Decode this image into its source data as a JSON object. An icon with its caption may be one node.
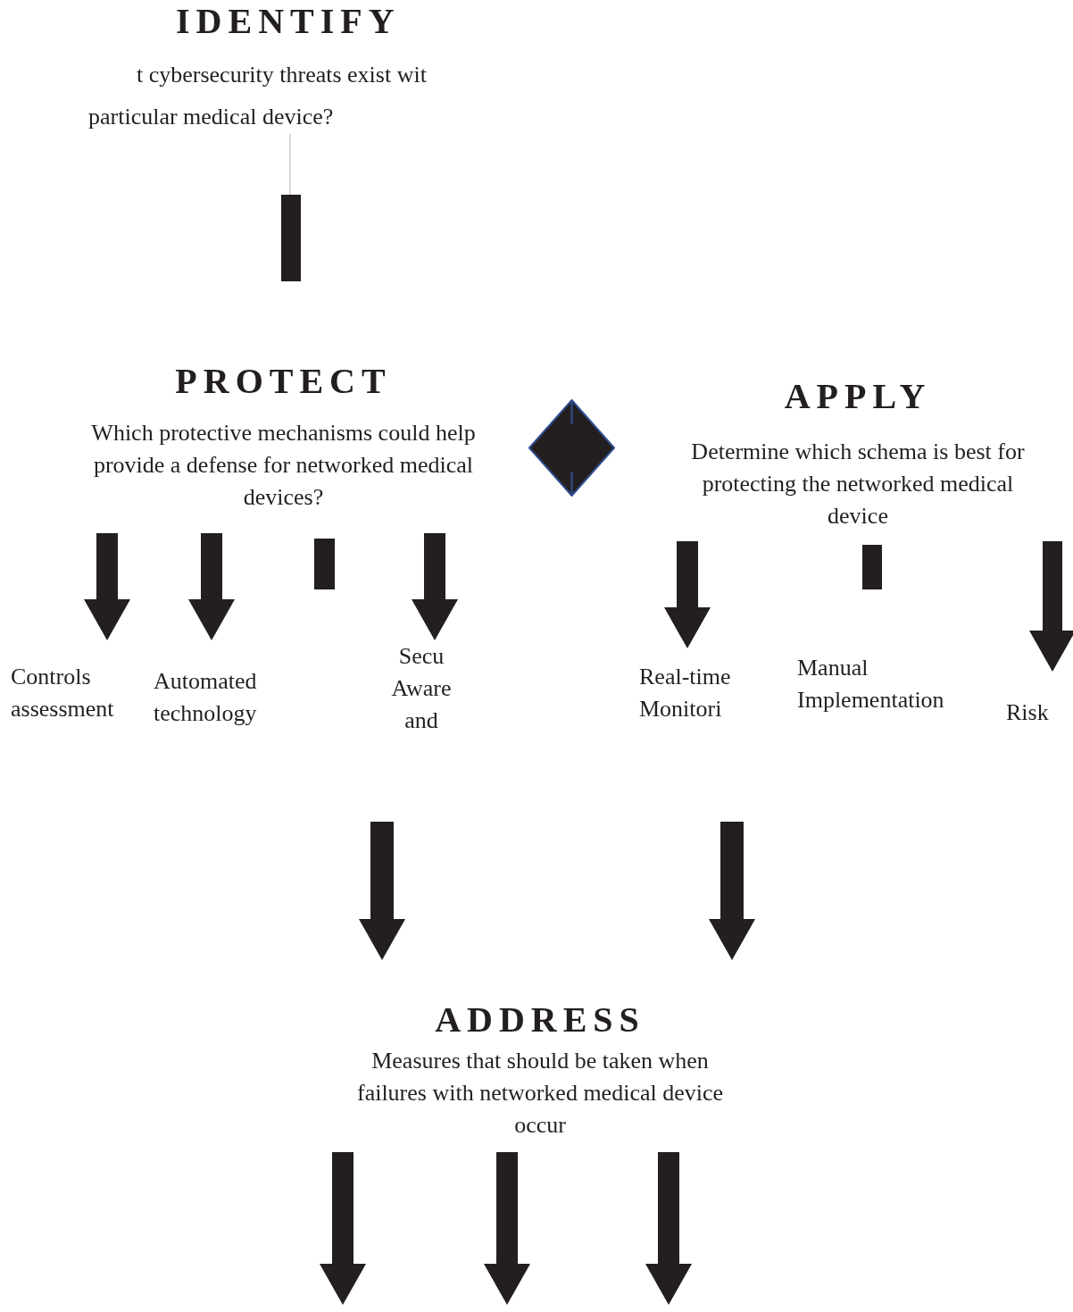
{
  "diagram": {
    "nodes": [
      {
        "text": [
          "IDENTIFY",
          "t cybersecurity threats exist wit",
          "particular medical device?"
        ]
      },
      {
        "text": [],
        "shape": "bar"
      },
      {
        "text": [
          "PROTECT",
          "Which protective mechanisms could help provide a defense for networked medical devices?"
        ]
      },
      {
        "text": [],
        "shape": "diamond"
      },
      {
        "text": [
          "APPLY",
          "Determine which schema is best for protecting the networked medical device"
        ]
      },
      {
        "text": [],
        "shape": "bar"
      },
      {
        "text": [],
        "shape": "bar"
      },
      {
        "text": [
          "Controls assessment"
        ]
      },
      {
        "text": [
          "Automated technology"
        ]
      },
      {
        "text": [
          "Secu Aware and"
        ]
      },
      {
        "text": [
          "Real-time Monitori"
        ]
      },
      {
        "text": [
          "Manual Implementation"
        ]
      },
      {
        "text": [
          "Risk"
        ]
      },
      {
        "text": [
          "ADDRESS",
          "Measures that should be taken when failures with networked medical device occur"
        ]
      }
    ],
    "edges": [
      {
        "from": 0,
        "to": 1,
        "arrow": "none",
        "color": "#b3b3b3"
      },
      {
        "from": 2,
        "to": 7,
        "arrow": "to"
      },
      {
        "from": 2,
        "to": 8,
        "arrow": "to"
      },
      {
        "from": 2,
        "to": 9,
        "arrow": "to"
      },
      {
        "from": 4,
        "to": 10,
        "arrow": "to"
      },
      {
        "from": 4,
        "to": 12,
        "arrow": "to"
      },
      {
        "from": null,
        "to": 13,
        "arrow": "to"
      },
      {
        "from": null,
        "to": 13,
        "arrow": "to"
      },
      {
        "from": 13,
        "to": null,
        "arrow": "to"
      },
      {
        "from": 13,
        "to": null,
        "arrow": "to"
      },
      {
        "from": 13,
        "to": null,
        "arrow": "to"
      }
    ]
  }
}
